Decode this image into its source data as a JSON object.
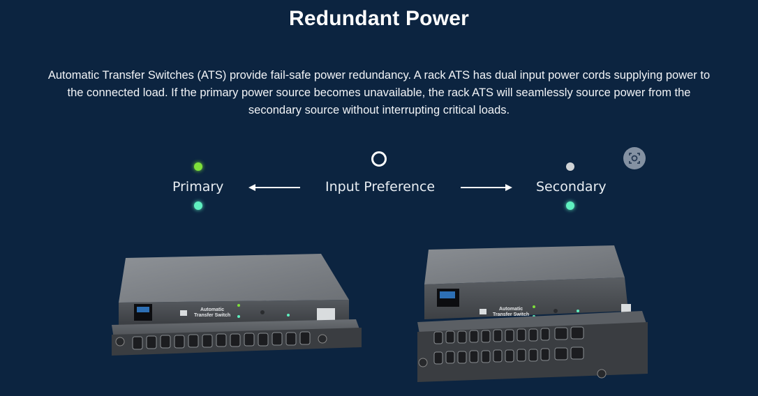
{
  "header": {
    "title": "Redundant Power"
  },
  "description": {
    "line1": "Automatic Transfer Switches (ATS) provide fail-safe power redundancy. A rack ATS has dual input power cords supplying power to",
    "line2": "the connected load. If the primary power source becomes unavailable, the rack ATS will seamlessly source power from the",
    "line3": "secondary source without interrupting critical loads."
  },
  "diagram": {
    "primary_label": "Primary",
    "input_label": "Input Preference",
    "secondary_label": "Secondary",
    "colors": {
      "primary_top": "#7ee03a",
      "teal": "#5ff0c0",
      "secondary_top": "#d0d3d6",
      "background": "#0c2440"
    }
  },
  "devices": {
    "left_panel": {
      "label_line1": "Automatic",
      "label_line2": "Transfer Switch"
    },
    "right_panel": {
      "label_line1": "Automatic",
      "label_line2": "Transfer Switch"
    }
  },
  "icons": {
    "lens": "visual-search-icon"
  }
}
